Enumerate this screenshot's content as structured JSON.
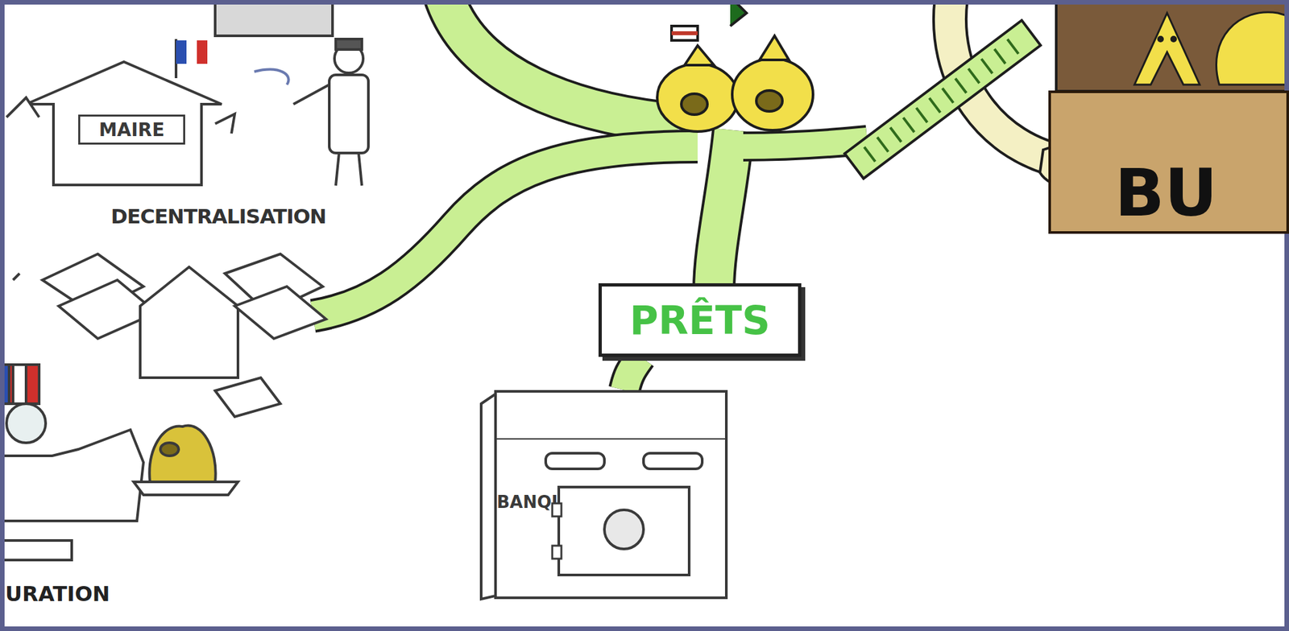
{
  "diagram": {
    "nodes": [
      {
        "text": [
          "MAIRE"
        ]
      },
      {
        "text": [
          "BU"
        ]
      },
      {
        "text": [
          "PRÊTS"
        ]
      },
      {
        "text": [
          "BANQUE"
        ]
      }
    ],
    "edges": [
      {
        "from": 2,
        "to": 3,
        "arrow": "none"
      }
    ],
    "labels": [
      "DECENTRALISATION",
      "URATION"
    ]
  }
}
